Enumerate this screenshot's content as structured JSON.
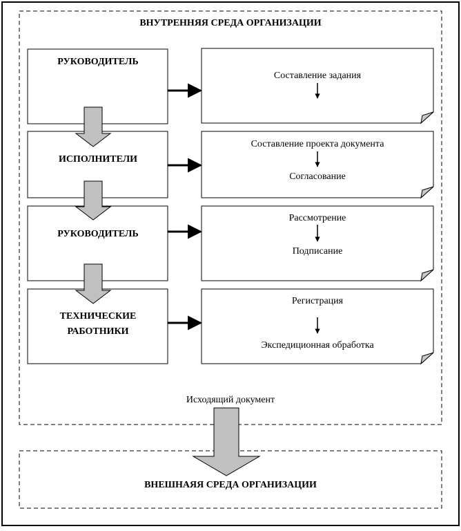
{
  "diagram": {
    "internal_title": "ВНУТРЕННЯЯ СРЕДА ОРГАНИЗАЦИИ",
    "external_title": "ВНЕШНАЯЯ СРЕДА ОРГАНИЗАЦИИ",
    "output_label": "Исходящий документ",
    "roles": [
      {
        "label": "РУКОВОДИТЕЛЬ"
      },
      {
        "label": "ИСПОЛНИТЕЛИ"
      },
      {
        "label": "РУКОВОДИТЕЛЬ"
      },
      {
        "label_lines": [
          "ТЕХНИЧЕСКИЕ",
          "РАБОТНИКИ"
        ]
      }
    ],
    "documents": [
      {
        "steps": [
          "Составление задания"
        ]
      },
      {
        "steps": [
          "Составление проекта документа",
          "Согласование"
        ]
      },
      {
        "steps": [
          "Рассмотрение",
          "Подписание"
        ]
      },
      {
        "steps": [
          "Регистрация",
          "Экспедиционная обработка"
        ]
      }
    ]
  }
}
